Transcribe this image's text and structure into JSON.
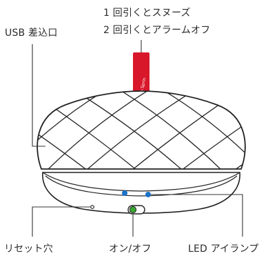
{
  "labels": {
    "usb_port": "USB 差込口",
    "pull_once": "1 回引くとスヌーズ",
    "pull_twice": "2 回引くとアラームオフ",
    "reset_hole": "リセット穴",
    "power_switch": "オン/オフ",
    "led_lamp": "LED アイランプ"
  },
  "colors": {
    "strap": "#d9172b",
    "led": "#1a73c8",
    "switch": "#3aa832",
    "outline": "#222222",
    "leader_line": "#333333"
  },
  "icons": {
    "strap_logo": "brand-logo-icon"
  }
}
